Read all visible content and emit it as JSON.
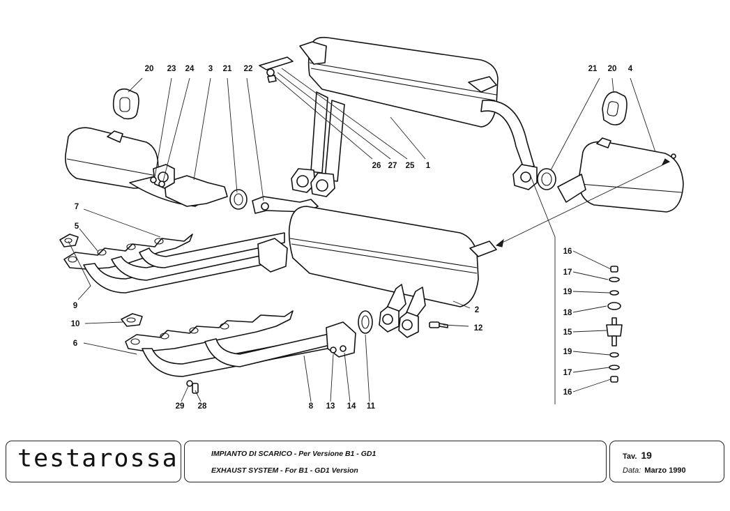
{
  "callouts": {
    "c20a": "20",
    "c23": "23",
    "c24": "24",
    "c3": "3",
    "c21a": "21",
    "c22": "22",
    "c21b": "21",
    "c20b": "20",
    "c4": "4",
    "c26": "26",
    "c27": "27",
    "c25": "25",
    "c1": "1",
    "c7": "7",
    "c5": "5",
    "c9": "9",
    "c10": "10",
    "c6": "6",
    "c2": "2",
    "c12": "12",
    "c29": "29",
    "c28": "28",
    "c8": "8",
    "c13": "13",
    "c14": "14",
    "c11": "11",
    "c16a": "16",
    "c17a": "17",
    "c19a": "19",
    "c18": "18",
    "c15": "15",
    "c19b": "19",
    "c17b": "17",
    "c16b": "16"
  },
  "title_block": {
    "logo": "testarossa",
    "description_it": "IMPIANTO DI SCARICO - Per Versione B1 - GD1",
    "description_en": "EXHAUST SYSTEM - For B1 - GD1 Version",
    "plate_label": "Tav.",
    "plate_number": "19",
    "date_label": "Data:",
    "date_value": "Marzo 1990"
  }
}
